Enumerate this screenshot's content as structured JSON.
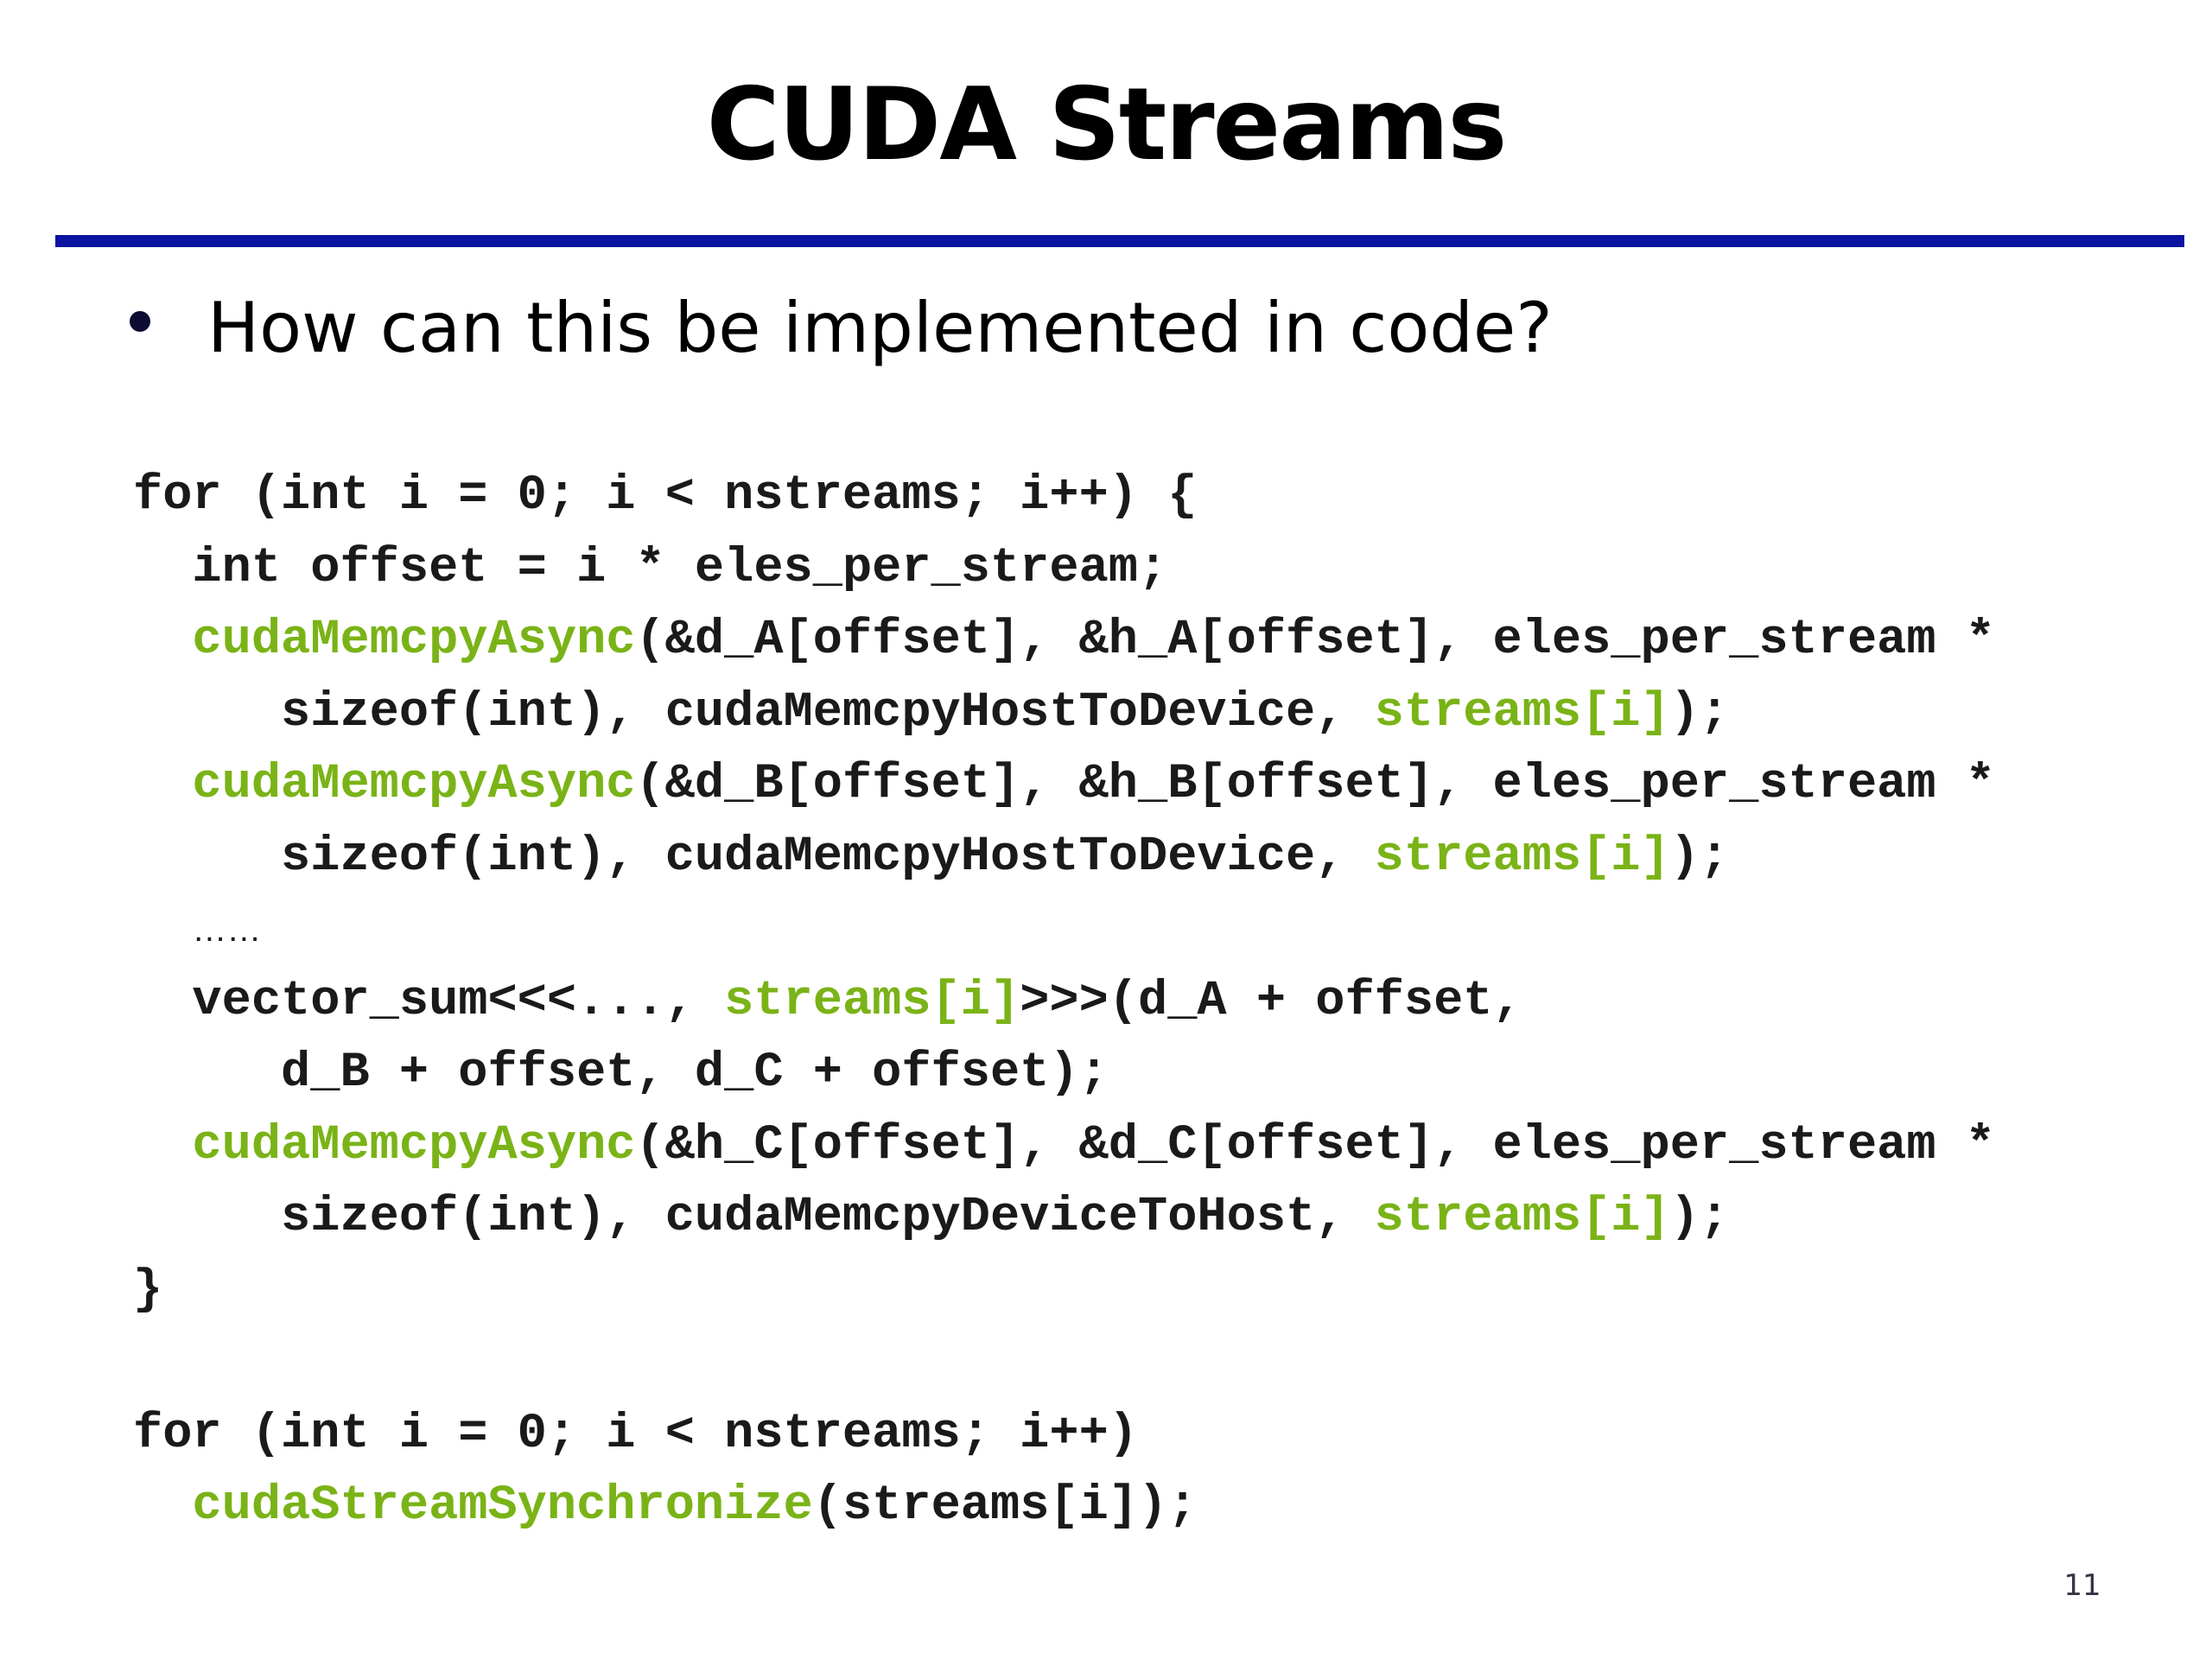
{
  "slide": {
    "title": "CUDA Streams",
    "bullet": "How can this be implemented in code?",
    "page_number": "11"
  },
  "colors": {
    "rule": "#0a14a0",
    "highlight": "#7ab317",
    "code_text": "#1a1a1a"
  },
  "code": {
    "lines": [
      {
        "indent": 0,
        "tokens": [
          {
            "text": "for (int i = 0; i < nstreams; i++) {",
            "hl": false
          }
        ]
      },
      {
        "indent": 1,
        "tokens": [
          {
            "text": "int offset = i * eles_per_stream;",
            "hl": false
          }
        ]
      },
      {
        "indent": 1,
        "tokens": [
          {
            "text": "cudaMemcpyAsync",
            "hl": true
          },
          {
            "text": "(&d_A[offset], &h_A[offset], eles_per_stream *",
            "hl": false
          }
        ]
      },
      {
        "indent": 2,
        "tokens": [
          {
            "text": "sizeof(int), cudaMemcpyHostToDevice, ",
            "hl": false
          },
          {
            "text": "streams[i]",
            "hl": true
          },
          {
            "text": ");",
            "hl": false
          }
        ]
      },
      {
        "indent": 1,
        "tokens": [
          {
            "text": "cudaMemcpyAsync",
            "hl": true
          },
          {
            "text": "(&d_B[offset], &h_B[offset], eles_per_stream *",
            "hl": false
          }
        ]
      },
      {
        "indent": 2,
        "tokens": [
          {
            "text": "sizeof(int), cudaMemcpyHostToDevice, ",
            "hl": false
          },
          {
            "text": "streams[i]",
            "hl": true
          },
          {
            "text": ");",
            "hl": false
          }
        ]
      },
      {
        "indent": 1,
        "ellipsis": true,
        "tokens": [
          {
            "text": "……",
            "hl": false
          }
        ]
      },
      {
        "indent": 1,
        "tokens": [
          {
            "text": "vector_sum<<<..., ",
            "hl": false
          },
          {
            "text": "streams[i]",
            "hl": true
          },
          {
            "text": ">>>(d_A + offset,",
            "hl": false
          }
        ]
      },
      {
        "indent": 2,
        "tokens": [
          {
            "text": "d_B + offset, d_C + offset);",
            "hl": false
          }
        ]
      },
      {
        "indent": 1,
        "tokens": [
          {
            "text": "cudaMemcpyAsync",
            "hl": true
          },
          {
            "text": "(&h_C[offset], &d_C[offset], eles_per_stream *",
            "hl": false
          }
        ]
      },
      {
        "indent": 2,
        "tokens": [
          {
            "text": "sizeof(int), cudaMemcpyDeviceToHost, ",
            "hl": false
          },
          {
            "text": "streams[i]",
            "hl": true
          },
          {
            "text": ");",
            "hl": false
          }
        ]
      },
      {
        "indent": 0,
        "tokens": [
          {
            "text": "}",
            "hl": false
          }
        ]
      },
      {
        "indent": 0,
        "tokens": [
          {
            "text": "",
            "hl": false
          }
        ]
      },
      {
        "indent": 0,
        "tokens": [
          {
            "text": "for (int i = 0; i < nstreams; i++)",
            "hl": false
          }
        ]
      },
      {
        "indent": 1,
        "tokens": [
          {
            "text": "cudaStreamSynchronize",
            "hl": true
          },
          {
            "text": "(streams[i]);",
            "hl": false
          }
        ]
      }
    ]
  }
}
